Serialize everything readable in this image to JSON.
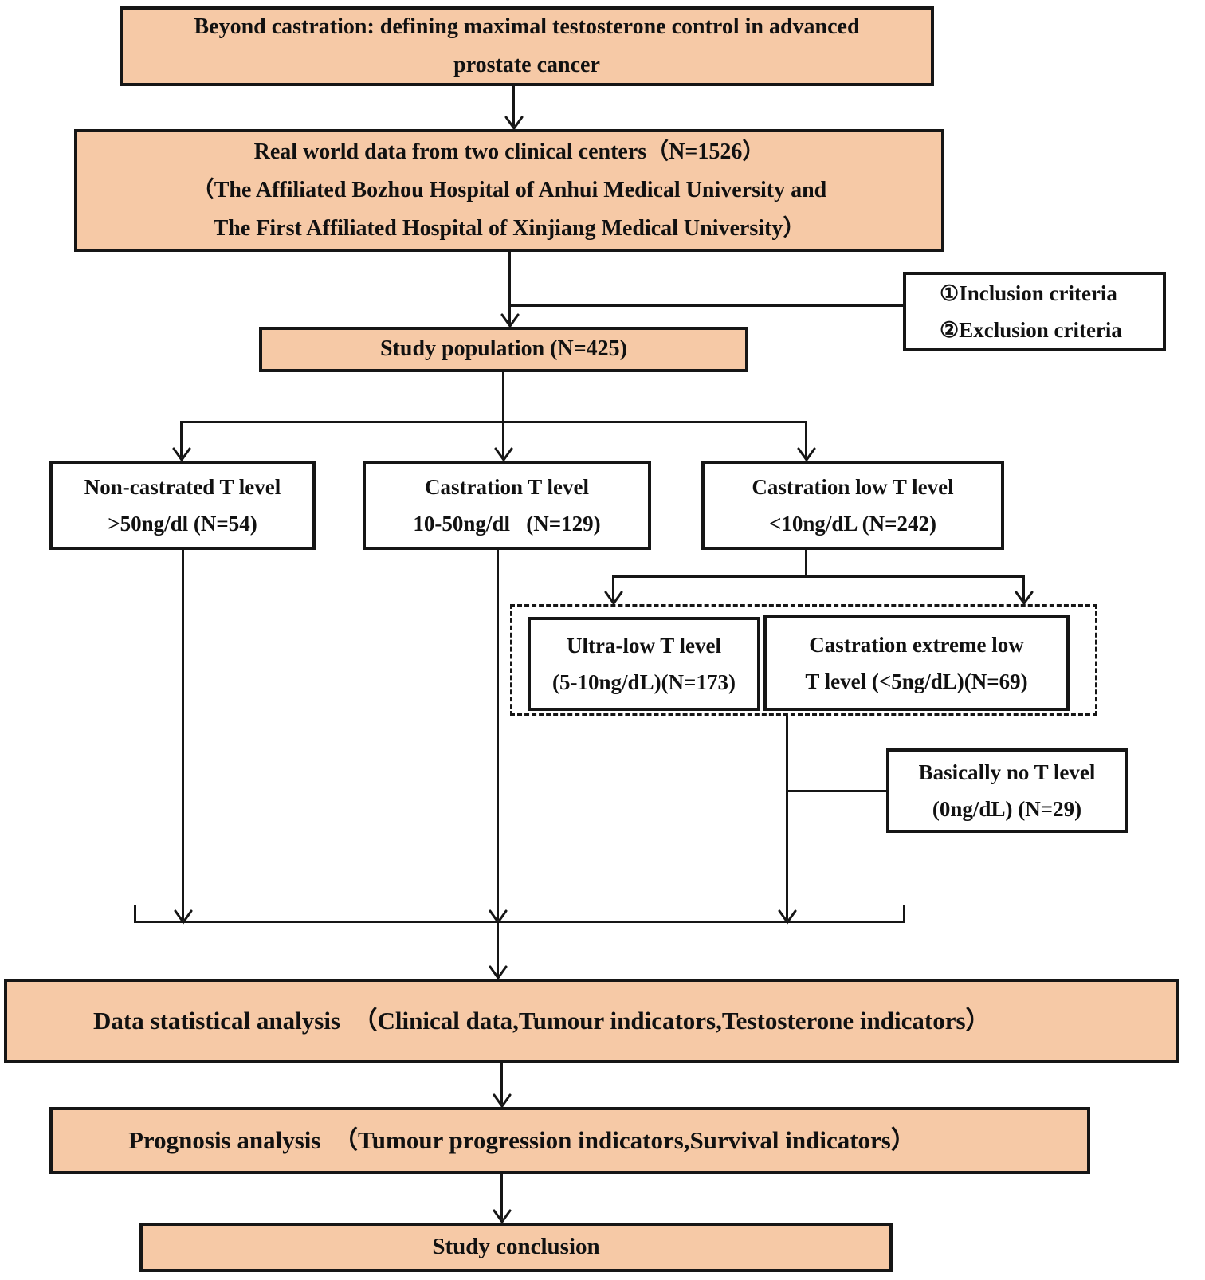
{
  "colors": {
    "box_fill": "#F6C9A6",
    "box_border": "#161616",
    "line_color": "#161616",
    "background": "#ffffff"
  },
  "nodes": {
    "title": {
      "line1": "Beyond castration: defining maximal testosterone control in advanced",
      "line2": "prostate cancer"
    },
    "realworld": {
      "line1": "Real world data from two clinical centers（N=1526）",
      "line2": "（The Affiliated Bozhou Hospital of Anhui Medical University and",
      "line3": "The First Affiliated Hospital of Xinjiang Medical University）"
    },
    "criteria": {
      "line1": "①Inclusion criteria",
      "line2": "②Exclusion criteria"
    },
    "study_population": {
      "label": "Study population (N=425)"
    },
    "non_castrated": {
      "line1": "Non-castrated T level",
      "line2": ">50ng/dl (N=54)"
    },
    "castration": {
      "line1": "Castration T level",
      "line2": "10-50ng/dl   (N=129)"
    },
    "castration_low": {
      "line1": "Castration low T level",
      "line2": "<10ng/dL (N=242)"
    },
    "ultra_low": {
      "line1": "Ultra-low T level",
      "line2": "(5-10ng/dL)(N=173)"
    },
    "extreme_low": {
      "line1": "Castration extreme low",
      "line2": "T level (<5ng/dL)(N=69)"
    },
    "basically_no": {
      "line1": "Basically no T level",
      "line2": "(0ng/dL) (N=29)"
    },
    "data_analysis": {
      "label": "Data statistical analysis　（Clinical data,Tumour indicators,Testosterone indicators）"
    },
    "prognosis": {
      "label": "Prognosis analysis　（Tumour progression indicators,Survival indicators）"
    },
    "conclusion": {
      "label": "Study conclusion"
    }
  }
}
